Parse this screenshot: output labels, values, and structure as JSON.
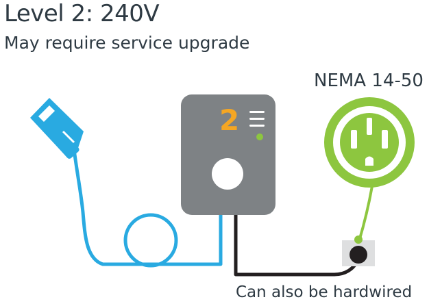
{
  "title": "Level 2: 240V",
  "subtitle": "May require service upgrade",
  "outlet_label": "NEMA 14-50",
  "hardwired_label": "Can also be hardwired",
  "charger": {
    "level_number": "2"
  },
  "colors": {
    "text": "#2e3a43",
    "cable_blue": "#29aae1",
    "charger_gray": "#7e8285",
    "accent_orange": "#f5a623",
    "outlet_green": "#8dc63f",
    "dark_cable": "#231f20"
  },
  "icons": [
    "ev-connector-icon",
    "charger-unit-icon",
    "outlet-icon",
    "junction-box-icon"
  ]
}
